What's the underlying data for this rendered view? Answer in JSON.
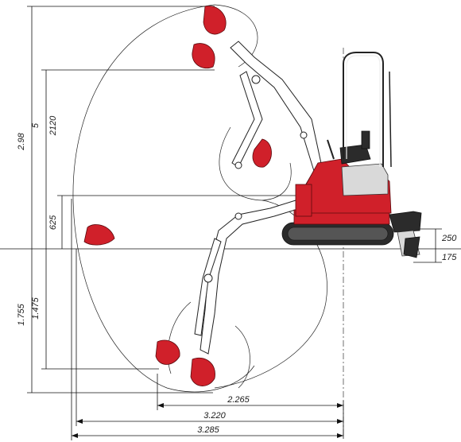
{
  "dimensions": {
    "max_height_outer": "2.98",
    "max_height_pin": "5",
    "dump_height": "2120",
    "ground_level_reach": "625",
    "dig_depth_outer": "1.755",
    "dig_depth_inner": "1.475",
    "blade_lift": "250",
    "blade_depth": "175",
    "min_radius": "2.265",
    "reach_ground": "3.220",
    "max_reach": "3.285"
  },
  "colors": {
    "machine_red": "#d0202a",
    "track": "#2b2b2b",
    "arm": "#ffffff",
    "lines": "#111111"
  },
  "icons": {
    "machine": "mini-excavator-side-view",
    "bucket": "excavator-bucket"
  }
}
